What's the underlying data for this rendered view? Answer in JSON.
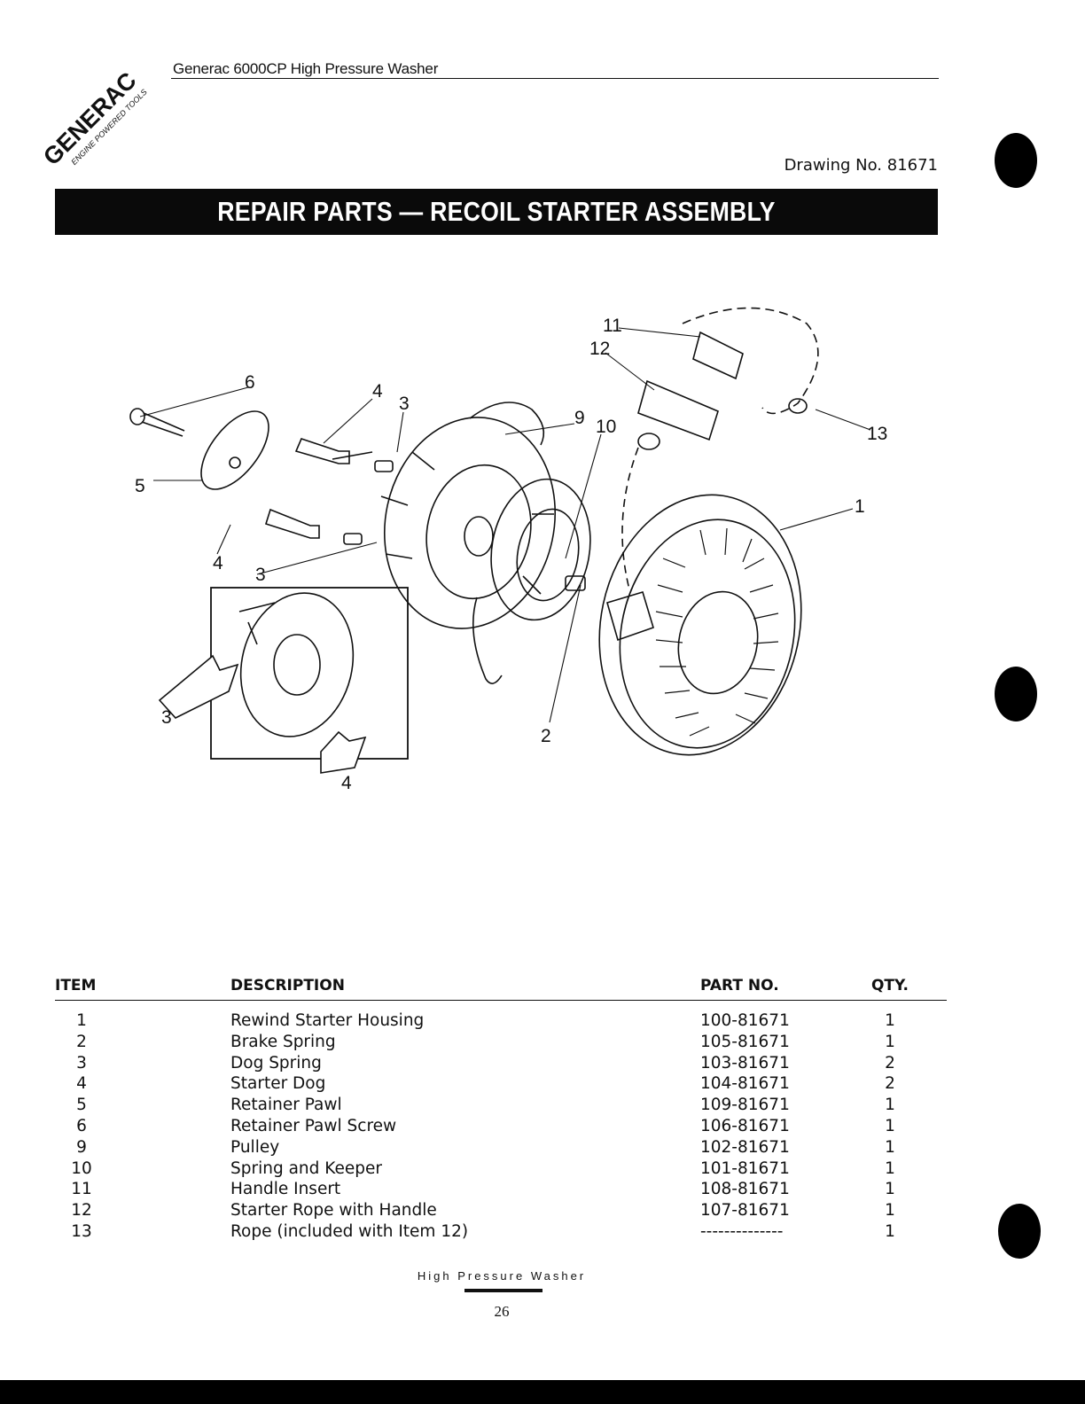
{
  "header": {
    "logo_text": "GENERAC",
    "logo_subtext": "ENGINE POWERED TOOLS",
    "title": "Generac 6000CP  High Pressure Washer",
    "drawing_no": "Drawing No. 81671"
  },
  "banner": {
    "title": "REPAIR PARTS — RECOIL STARTER ASSEMBLY"
  },
  "drawing": {
    "callouts": [
      "1",
      "2",
      "3",
      "4",
      "5",
      "6",
      "9",
      "10",
      "11",
      "12",
      "13"
    ],
    "inset_callouts": [
      "3",
      "4"
    ]
  },
  "table": {
    "headers": {
      "item": "ITEM",
      "description": "DESCRIPTION",
      "part_no": "PART NO.",
      "qty": "QTY."
    },
    "rows": [
      {
        "item": "1",
        "description": "Rewind Starter Housing",
        "part_no": "100-81671",
        "qty": "1"
      },
      {
        "item": "2",
        "description": "Brake Spring",
        "part_no": "105-81671",
        "qty": "1"
      },
      {
        "item": "3",
        "description": "Dog Spring",
        "part_no": "103-81671",
        "qty": "2"
      },
      {
        "item": "4",
        "description": "Starter Dog",
        "part_no": "104-81671",
        "qty": "2"
      },
      {
        "item": "5",
        "description": "Retainer Pawl",
        "part_no": "109-81671",
        "qty": "1"
      },
      {
        "item": "6",
        "description": "Retainer Pawl Screw",
        "part_no": "106-81671",
        "qty": "1"
      },
      {
        "item": "9",
        "description": "Pulley",
        "part_no": "102-81671",
        "qty": "1"
      },
      {
        "item": "10",
        "description": "Spring and Keeper",
        "part_no": "101-81671",
        "qty": "1"
      },
      {
        "item": "11",
        "description": "Handle Insert",
        "part_no": "108-81671",
        "qty": "1"
      },
      {
        "item": "12",
        "description": "Starter Rope with Handle",
        "part_no": "107-81671",
        "qty": "1"
      },
      {
        "item": "13",
        "description": "Rope (included with Item 12)",
        "part_no": "--------------",
        "qty": "1"
      }
    ]
  },
  "footer": {
    "label": "High Pressure Washer",
    "page_number": "26"
  }
}
